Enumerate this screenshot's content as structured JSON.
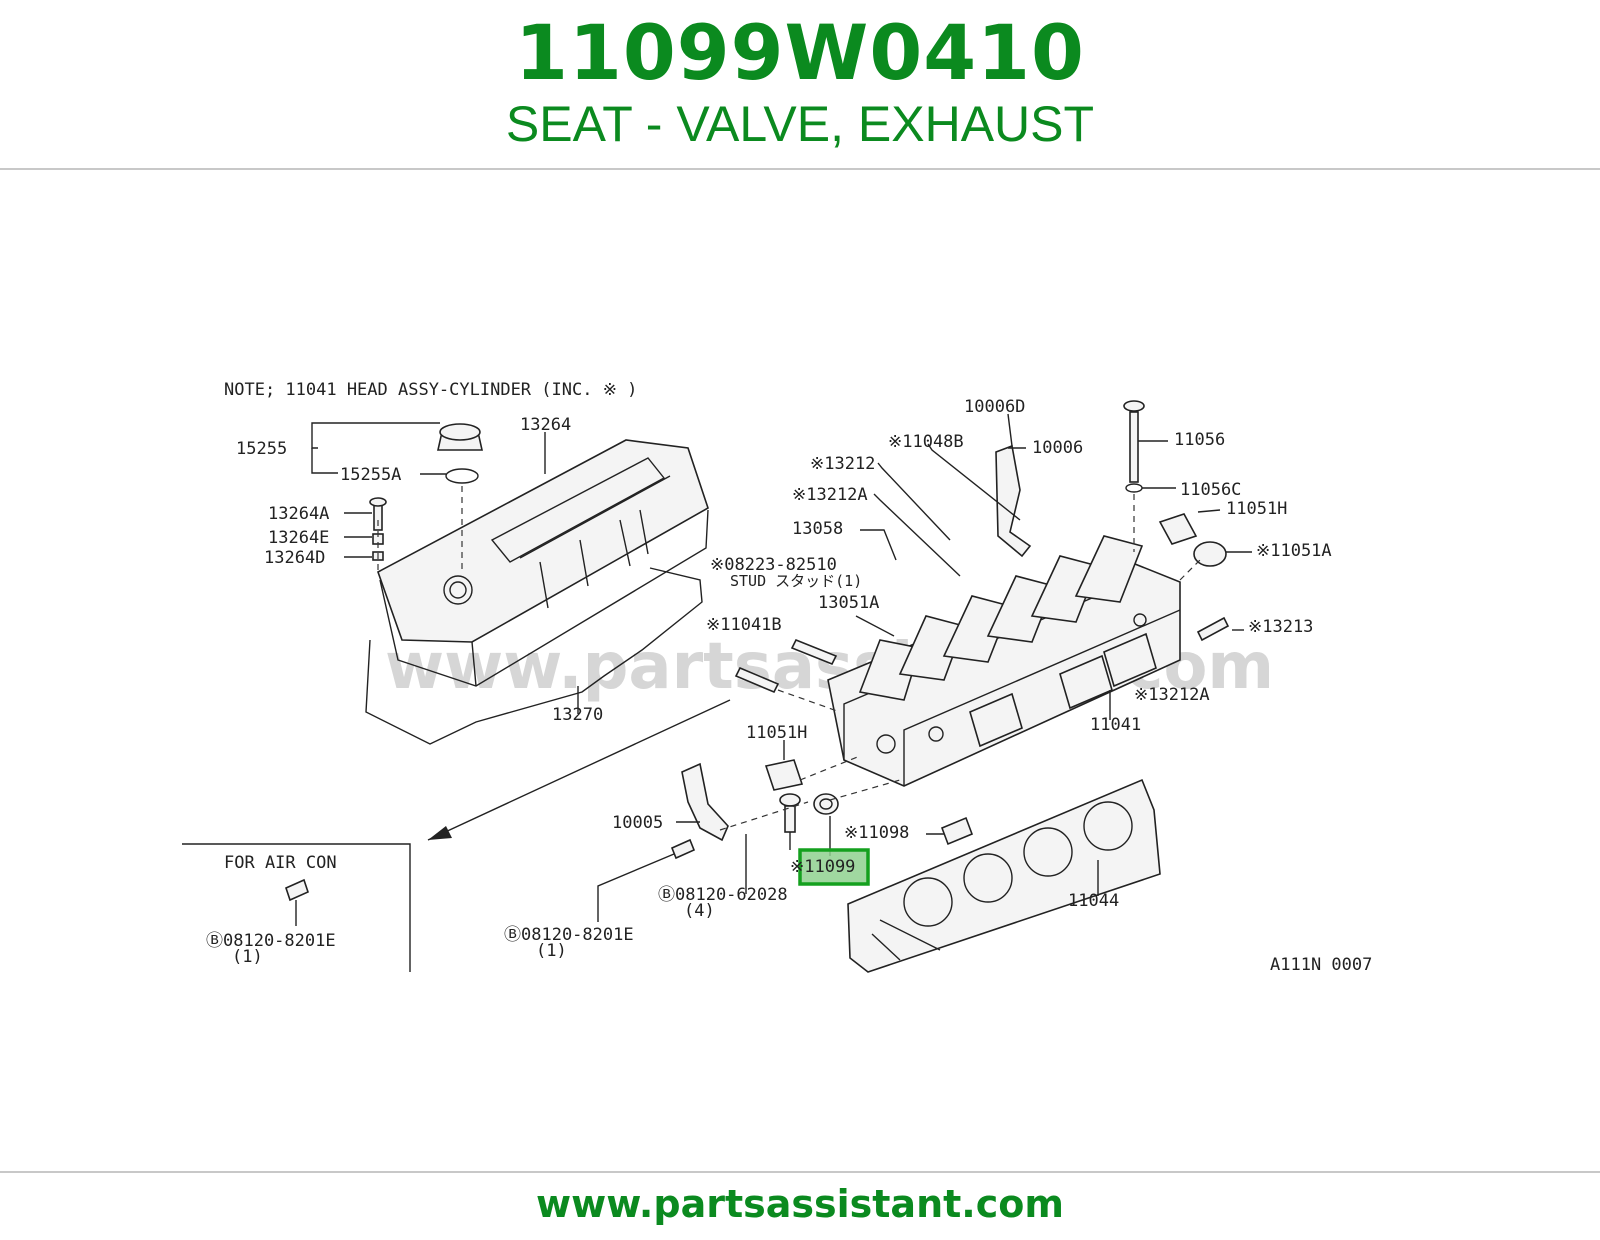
{
  "header": {
    "part_number": "11099W0410",
    "part_name": "SEAT - VALVE, EXHAUST"
  },
  "footer": {
    "website": "www.partsassistant.com"
  },
  "colors": {
    "brand_green": "#0b8a1f",
    "highlight_fill": "#8fd18f",
    "highlight_border": "#14a01e",
    "rule_gray": "#c8c8c8"
  },
  "diagram": {
    "note": "NOTE; 11041 HEAD ASSY-CYLINDER (INC. ※ )",
    "watermark": "www.partsassistant.com",
    "figure_code": "A111N 0007",
    "inset_label": "FOR AIR CON",
    "highlighted_part": "※11099",
    "callouts": [
      {
        "id": "15255",
        "text": "15255"
      },
      {
        "id": "15255A",
        "text": "15255A"
      },
      {
        "id": "13264",
        "text": "13264"
      },
      {
        "id": "13264A",
        "text": "13264A"
      },
      {
        "id": "13264E",
        "text": "13264E"
      },
      {
        "id": "13264D",
        "text": "13264D"
      },
      {
        "id": "13270",
        "text": "13270"
      },
      {
        "id": "10006D",
        "text": "10006D"
      },
      {
        "id": "11048B",
        "text": "※11048B"
      },
      {
        "id": "10006",
        "text": "10006"
      },
      {
        "id": "11056",
        "text": "11056"
      },
      {
        "id": "13212",
        "text": "※13212"
      },
      {
        "id": "11056C",
        "text": "11056C"
      },
      {
        "id": "13212A_top",
        "text": "※13212A"
      },
      {
        "id": "11051H_top",
        "text": "11051H"
      },
      {
        "id": "13058",
        "text": "13058"
      },
      {
        "id": "11051A",
        "text": "※11051A"
      },
      {
        "id": "08223-82510",
        "text": "※08223-82510"
      },
      {
        "id": "stud",
        "text": "STUD スタッド(1)"
      },
      {
        "id": "13051A",
        "text": "13051A"
      },
      {
        "id": "11041B",
        "text": "※11041B"
      },
      {
        "id": "13213",
        "text": "※13213"
      },
      {
        "id": "13212A_right",
        "text": "※13212A"
      },
      {
        "id": "11041",
        "text": "11041"
      },
      {
        "id": "11051H_left",
        "text": "11051H"
      },
      {
        "id": "10005",
        "text": "10005"
      },
      {
        "id": "11098",
        "text": "※11098"
      },
      {
        "id": "08120-62028",
        "text": "Ⓑ08120-62028"
      },
      {
        "id": "qty4",
        "text": "(4)"
      },
      {
        "id": "11044",
        "text": "11044"
      },
      {
        "id": "08120-8201E_mid",
        "text": "Ⓑ08120-8201E"
      },
      {
        "id": "qty1_mid",
        "text": "(1)"
      },
      {
        "id": "08120-8201E_inset",
        "text": "Ⓑ08120-8201E"
      },
      {
        "id": "qty1_inset",
        "text": "(1)"
      }
    ]
  }
}
